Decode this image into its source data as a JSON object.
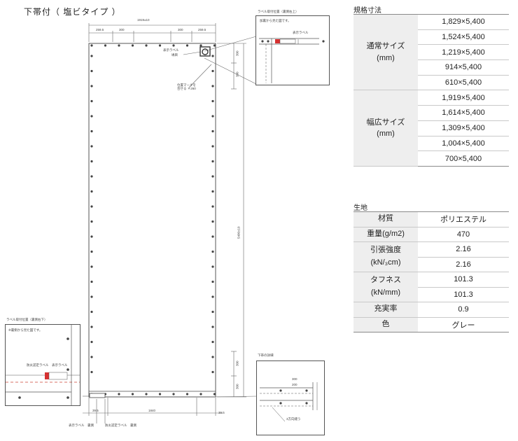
{
  "drawing": {
    "title": "下帯付（ 塩ビタイプ ）",
    "top_width_dim": "1919±10",
    "top_dim_left": "259.5",
    "top_dim_300_left": "300",
    "top_dim_300_right": "300",
    "top_dim_right": "259.5",
    "right_dim_top": "300",
    "right_dim_300": "300",
    "right_dim_total": "5400±10",
    "right_dim_bottom_300": "300",
    "right_dim_bottom": "300",
    "bottom_dim_left": "39.5",
    "bottom_dim_center": "1840",
    "bottom_dim_right": "39.5",
    "label_display": "表示ラベル",
    "label_grommet": "鳩目",
    "label_alignment_mark": "位置マークを\n合せる ＊260",
    "label_bottom_display": "表示ラベル　裏側",
    "label_bottom_certified": "防炎認定ラベル　裏側",
    "inset_top_title": "ラベル取付位置（裏側右上）",
    "inset_top_caption": "加裏から見た図です。",
    "inset_top_label": "表示ラベル",
    "inset_left_title": "ラベル取付位置（裏側右下）",
    "inset_left_caption": "※裏側から見た図です。",
    "inset_left_certified": "防炎認定ラベル",
    "inset_left_display": "表示ラベル",
    "inset_right_title": "下帯の詳細",
    "inset_right_dim1": "300",
    "inset_right_dim2": "200",
    "inset_right_note": "3方向縫う"
  },
  "size_table": {
    "title": "規格寸法",
    "groups": [
      {
        "label_line1": "通常サイズ",
        "label_line2": "(mm)",
        "values": [
          "1,829×5,400",
          "1,524×5,400",
          "1,219×5,400",
          "914×5,400",
          "610×5,400"
        ]
      },
      {
        "label_line1": "幅広サイズ",
        "label_line2": "(mm)",
        "values": [
          "1,919×5,400",
          "1,614×5,400",
          "1,309×5,400",
          "1,004×5,400",
          "700×5,400"
        ]
      }
    ]
  },
  "fabric_table": {
    "title": "生地",
    "material_label": "材質",
    "material_value": "ポリエステル",
    "weight_label": "重量(g/m2)",
    "weight_value": "470",
    "tensile_label_line1": "引張強度",
    "tensile_label_line2": "(kN/₃cm)",
    "tensile_value1": "2.16",
    "tensile_value2": "2.16",
    "toughness_label_line1": "タフネス",
    "toughness_label_line2": "(kN/mm)",
    "toughness_value1": "101.3",
    "toughness_value2": "101.3",
    "porosity_label": "充実率",
    "porosity_value": "0.9",
    "color_label": "色",
    "color_value": "グレー"
  }
}
